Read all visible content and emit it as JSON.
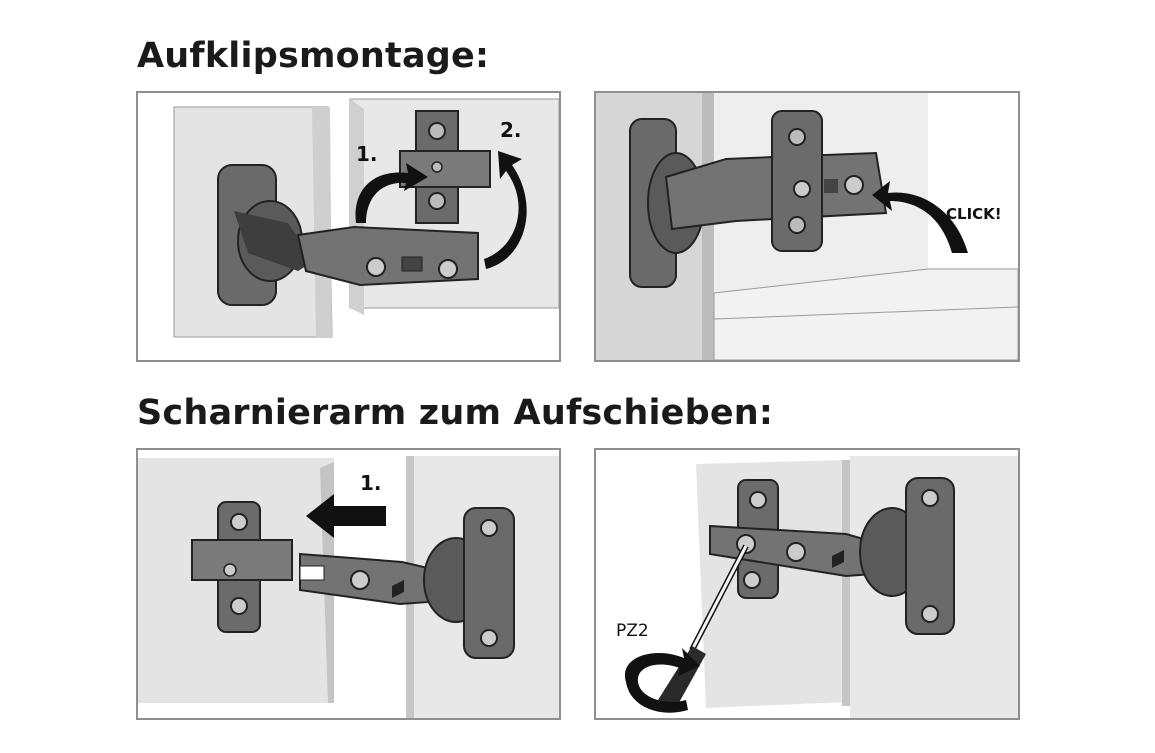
{
  "headings": {
    "top": "Aufklipsmontage:",
    "bottom": "Scharnierarm zum Aufschieben:"
  },
  "panels": {
    "clip_on": {
      "step1": "1.",
      "step2": "2."
    },
    "clip_click": {
      "click": "CLICK!"
    },
    "slide_on": {
      "step1": "1."
    },
    "screw": {
      "tool": "PZ2"
    }
  },
  "colors": {
    "metal_dark": "#5a5a5a",
    "metal_mid": "#7a7a7a",
    "panel_gray": "#e2e2e2",
    "border": "#8f8f8f"
  }
}
